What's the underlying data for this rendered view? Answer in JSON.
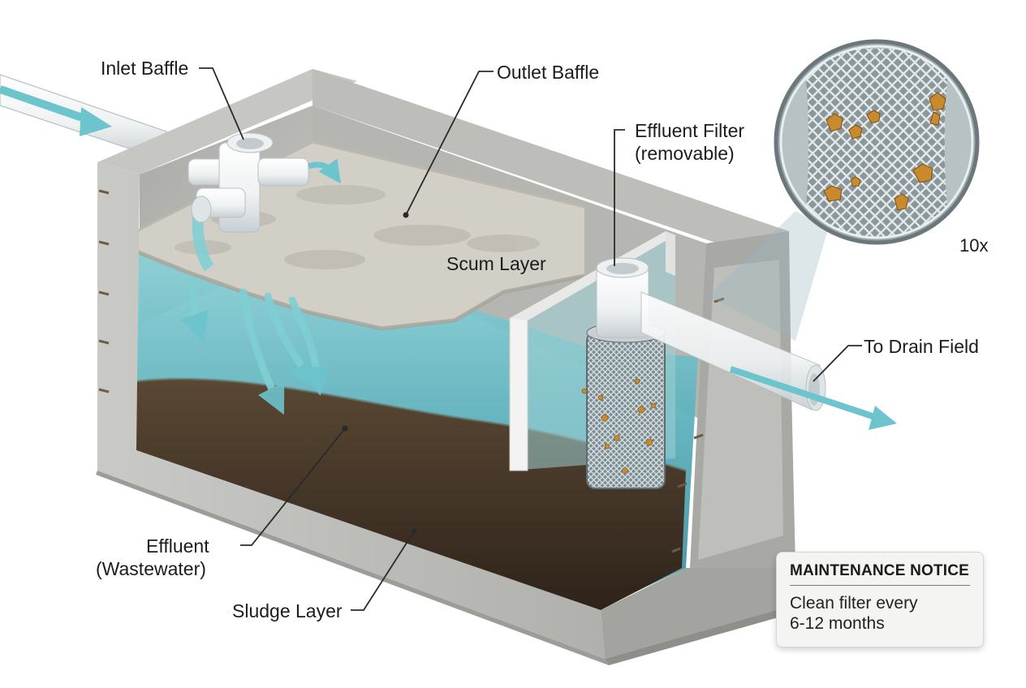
{
  "labels": {
    "inlet_baffle": "Inlet Baffle",
    "outlet_baffle": "Outlet Baffle",
    "effluent_filter_line1": "Effluent Filter",
    "effluent_filter_line2": "(removable)",
    "scum_layer": "Scum Layer",
    "to_drain_field": "To Drain Field",
    "effluent_line1": "Effluent",
    "effluent_line2": "(Wastewater)",
    "sludge_layer": "Sludge Layer",
    "magnification": "10x"
  },
  "notice": {
    "title": "MAINTENANCE NOTICE",
    "body_line1": "Clean filter every",
    "body_line2": "6-12 months"
  },
  "colors": {
    "concrete": "#b9b9b6",
    "water": "#5fb3bd",
    "sludge": "#4a3a2b",
    "scum": "#cfccc4",
    "pipe": "#f2f4f5",
    "flow_arrow": "#6cc4cc",
    "debris": "#c88a2c"
  },
  "icons": [
    "flow-arrow-icon",
    "mesh-filter-icon",
    "magnifier-icon"
  ]
}
